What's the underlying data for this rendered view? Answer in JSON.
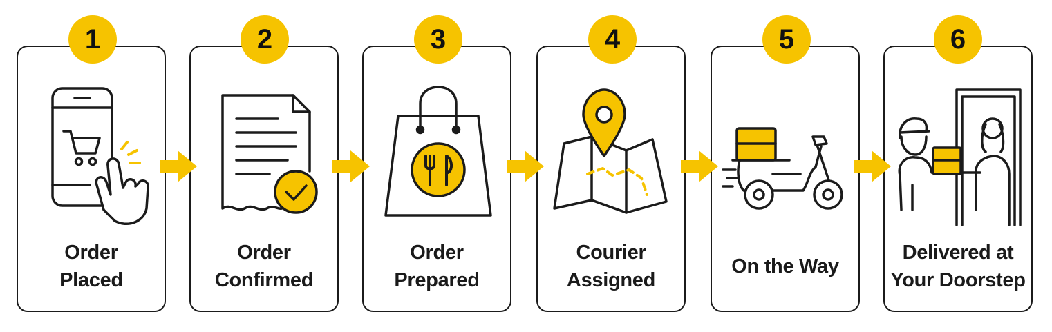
{
  "steps": [
    {
      "number": "1",
      "label": "Order\nPlaced",
      "icon": "smartphone-cart-tap-icon"
    },
    {
      "number": "2",
      "label": "Order\nConfirmed",
      "icon": "receipt-checkmark-icon"
    },
    {
      "number": "3",
      "label": "Order\nPrepared",
      "icon": "food-bag-icon"
    },
    {
      "number": "4",
      "label": "Courier\nAssigned",
      "icon": "map-pin-icon"
    },
    {
      "number": "5",
      "label": "On the Way",
      "icon": "delivery-scooter-icon"
    },
    {
      "number": "6",
      "label": "Delivered at\nYour Doorstep",
      "icon": "doorstep-handoff-icon"
    }
  ],
  "colors": {
    "accent": "#f6c300",
    "stroke": "#1b1b1b",
    "background": "#ffffff"
  }
}
